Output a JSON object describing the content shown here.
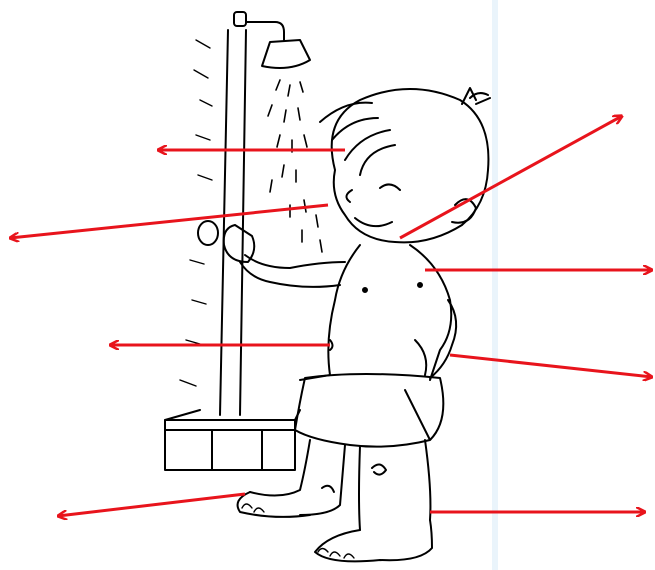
{
  "figure": {
    "subject": "child-in-shower-line-drawing",
    "line_color": "#000000",
    "background_color": "#ffffff",
    "backdrop_strip_color": "#eaf4fb"
  },
  "arrows": {
    "color": "#e8141c",
    "count": 8,
    "targets": [
      "hair",
      "cheek",
      "mouth",
      "chest",
      "belly",
      "hand-on-hip",
      "foot",
      "leg"
    ]
  }
}
